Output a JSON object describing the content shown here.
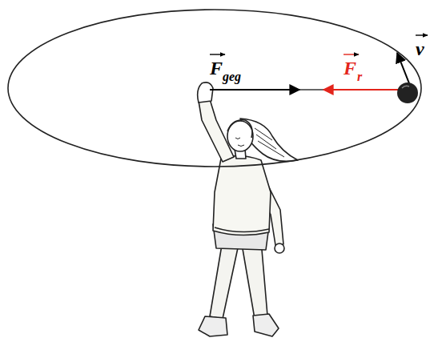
{
  "diagram": {
    "labels": [
      "F",
      "geg",
      "F",
      "r",
      "v"
    ]
  }
}
